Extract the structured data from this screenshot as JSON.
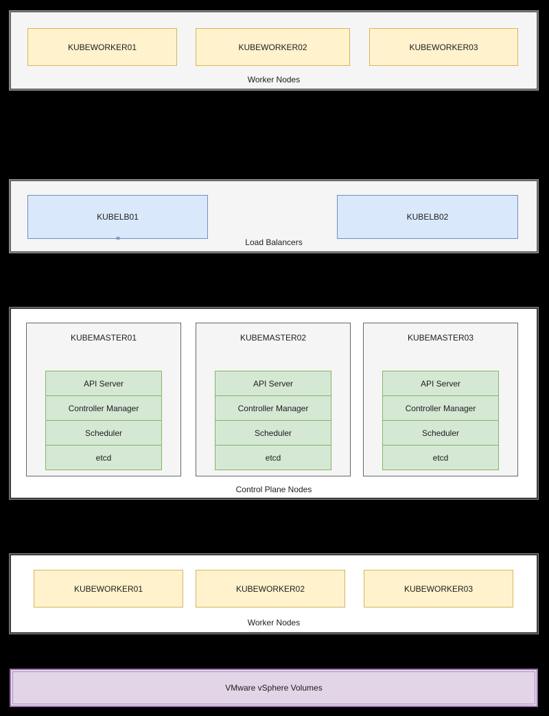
{
  "diagram": {
    "workers_top": {
      "label": "Worker Nodes",
      "nodes": [
        "KUBEWORKER01",
        "KUBEWORKER02",
        "KUBEWORKER03"
      ]
    },
    "load_balancers": {
      "label": "Load Balancers",
      "nodes": [
        "KUBELB01",
        "KUBELB02"
      ]
    },
    "control_plane": {
      "label": "Control Plane Nodes",
      "masters": [
        {
          "title": "KUBEMASTER01",
          "components": [
            "API Server",
            "Controller Manager",
            "Scheduler",
            "etcd"
          ]
        },
        {
          "title": "KUBEMASTER02",
          "components": [
            "API Server",
            "Controller Manager",
            "Scheduler",
            "etcd"
          ]
        },
        {
          "title": "KUBEMASTER03",
          "components": [
            "API Server",
            "Controller Manager",
            "Scheduler",
            "etcd"
          ]
        }
      ]
    },
    "workers_bottom": {
      "label": "Worker Nodes",
      "nodes": [
        "KUBEWORKER01",
        "KUBEWORKER02",
        "KUBEWORKER03"
      ]
    },
    "storage": {
      "label": "VMware vSphere Volumes"
    }
  },
  "colors": {
    "background": "#000000",
    "worker_fill": "#fff2cc",
    "worker_stroke": "#d6b656",
    "loadbalancer_fill": "#dae8fc",
    "loadbalancer_stroke": "#6c8ebf",
    "component_fill": "#d5e8d4",
    "component_stroke": "#82b366",
    "master_fill": "#f5f5f5",
    "master_stroke": "#666666",
    "group_gray_fill": "#f5f5f5",
    "group_gray_stroke": "#676767",
    "group_white_fill": "#ffffff",
    "group_white_stroke": "#3a3a3a",
    "storage_fill": "#e1d5e7",
    "storage_stroke": "#9673a6",
    "text": "#1c1c1c"
  }
}
